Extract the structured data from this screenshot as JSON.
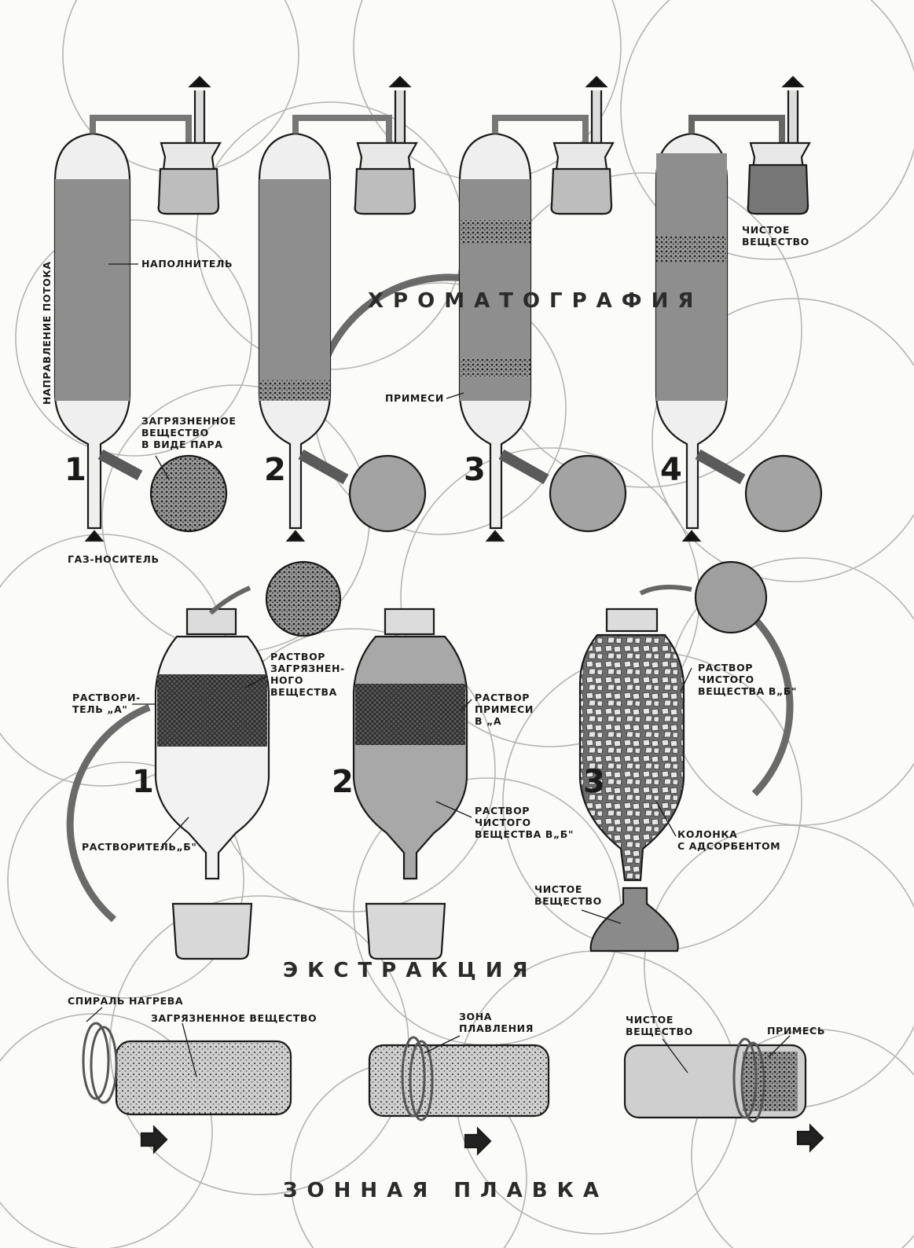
{
  "sections": {
    "chromatography": "ХРОМАТОГРАФИЯ",
    "extraction": "ЭКСТРАКЦИЯ",
    "zone_melting": "ЗОННАЯ ПЛАВКА"
  },
  "chromatography": {
    "flow_direction": "НАПРАВЛЕНИЕ ПОТОКА",
    "filler": "НАПОЛНИТЕЛЬ",
    "vapor": "ЗАГРЯЗНЕННОЕ\nВЕЩЕСТВО\nВ ВИДЕ ПАРА",
    "carrier_gas": "ГАЗ-НОСИТЕЛЬ",
    "impurities": "ПРИМЕСИ",
    "pure_substance": "ЧИСТОЕ\nВЕЩЕСТВО",
    "steps": [
      "1",
      "2",
      "3",
      "4"
    ]
  },
  "extraction": {
    "solvent_a": "РАСТВОРИ-\nТЕЛЬ „А\"",
    "contaminated_solution": "РАСТВОР\nЗАГРЯЗНЕН-\nНОГО\nВЕЩЕСТВА",
    "solvent_b": "РАСТВОРИТЕЛЬ„Б\"",
    "impurity_solution": "РАСТВОР\nПРИМЕСИ\nВ „А",
    "pure_solution_b": "РАСТВОР\nЧИСТОГО\nВЕЩЕСТВА В„Б\"",
    "pure_solution_top": "РАСТВОР\nЧИСТОГО\nВЕЩЕСТВА В„Б\"",
    "column": "КОЛОНКА\nС АДСОРБЕНТОМ",
    "pure_substance": "ЧИСТОЕ\nВЕЩЕСТВО",
    "steps": [
      "1",
      "2",
      "3"
    ]
  },
  "zone_melting": {
    "heating_coil": "СПИРАЛЬ НАГРЕВА",
    "contaminated": "ЗАГРЯЗНЕННОЕ ВЕЩЕСТВО",
    "melting_zone": "ЗОНА\nПЛАВЛЕНИЯ",
    "pure_substance": "ЧИСТОЕ\nВЕЩЕСТВО",
    "impurity": "ПРИМЕСЬ"
  },
  "colors": {
    "ink": "#1a1a1a",
    "fill_gray": "#8a8a8a",
    "light_gray": "#c9c9c9",
    "background_circles": "#b0b0b0"
  }
}
